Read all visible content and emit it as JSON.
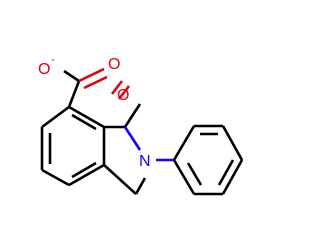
{
  "molecule": {
    "colors": {
      "bond": "#000000",
      "oxygen": "#e3000b",
      "nitrogen": "#1400ff"
    },
    "atoms": {
      "carboxylate_o_minus": {
        "label": "O",
        "charge": "-",
        "color": "#e3000b"
      },
      "carboxylate_o": {
        "label": "O",
        "color": "#e3000b"
      },
      "carbonyl_o": {
        "label": "O",
        "color": "#e3000b"
      },
      "ring_n": {
        "label": "N",
        "color": "#1400ff"
      }
    }
  }
}
